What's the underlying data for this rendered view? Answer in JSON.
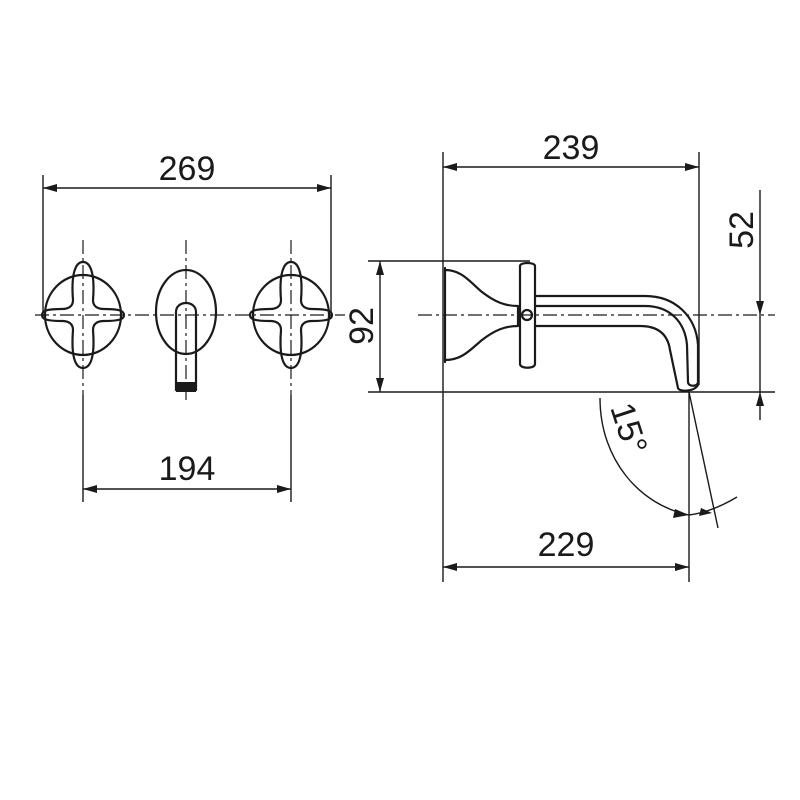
{
  "dimensions": {
    "overall_width": "269",
    "handle_spacing": "194",
    "projection_total": "239",
    "spout_reach": "229",
    "plate_height": "92",
    "spout_offset": "52",
    "spout_angle": "15°"
  }
}
